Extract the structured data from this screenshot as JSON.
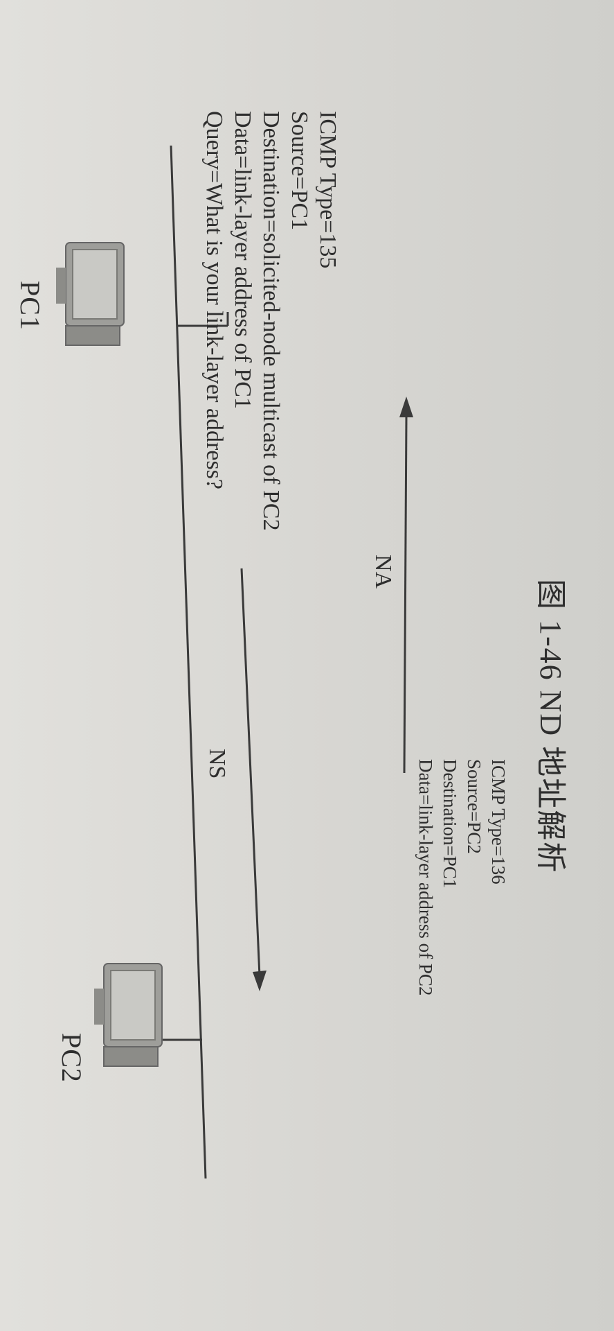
{
  "diagram": {
    "caption": "图 1-46   ND 地址解析",
    "nodes": {
      "pc1": {
        "label": "PC1"
      },
      "pc2": {
        "label": "PC2"
      }
    },
    "arrows": {
      "ns": {
        "label": "NS"
      },
      "na": {
        "label": "NA"
      }
    },
    "ns_message": {
      "lines": [
        "ICMP Type=135",
        "Source=PC1",
        "Destination=solicited-node multicast of PC2",
        "Data=link-layer address of PC1",
        "Query=What is your link-layer address?"
      ]
    },
    "na_message": {
      "lines": [
        "ICMP Type=136",
        "Source=PC2",
        "Destination=PC1",
        "Data=link-layer address of PC2"
      ]
    },
    "colors": {
      "paper": "#d8d7d3",
      "ink": "#2e2e2e"
    }
  }
}
